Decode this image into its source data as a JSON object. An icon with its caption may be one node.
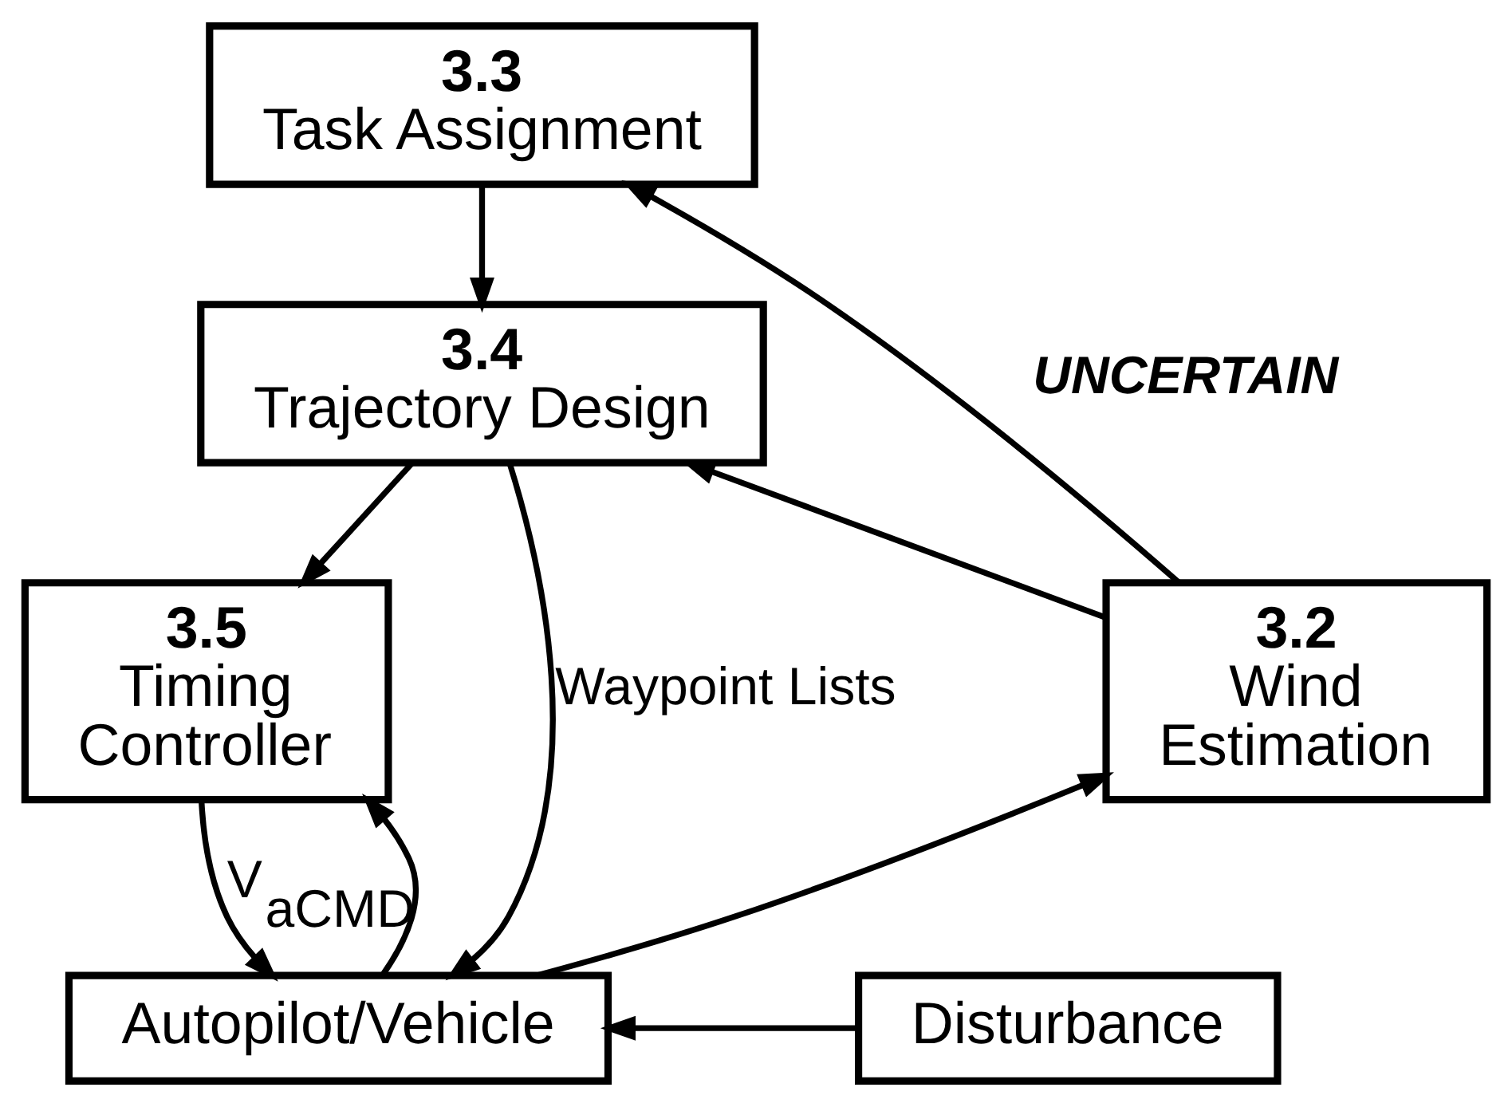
{
  "diagram": {
    "nodes": [
      {
        "text": [
          "3.3",
          "Task Assignment"
        ]
      },
      {
        "text": [
          "3.4",
          "Trajectory Design"
        ]
      },
      {
        "text": [
          "3.2",
          "Wind Estimation"
        ]
      },
      {
        "text": [
          "3.5",
          "Timing Controller"
        ]
      },
      {
        "text": [
          "Disturbance"
        ]
      },
      {
        "text": [
          "Autopilot/Vehicle"
        ]
      }
    ],
    "edges": [
      {
        "from": 2,
        "to": 0,
        "arrow": "to",
        "label": "UNCERTAIN"
      },
      {
        "from": 2,
        "to": 1,
        "arrow": "to"
      },
      {
        "from": 0,
        "to": 1,
        "arrow": "to"
      },
      {
        "from": 1,
        "to": 3,
        "arrow": "to"
      },
      {
        "from": 1,
        "to": 5,
        "arrow": "to",
        "label": "Waypoint Lists"
      },
      {
        "from": 3,
        "to": 5,
        "arrow": "to",
        "label": "V$_{aCMD}$"
      },
      {
        "from": 5,
        "to": 2,
        "arrow": "to"
      },
      {
        "from": 5,
        "to": 3,
        "arrow": "to"
      },
      {
        "from": 4,
        "to": 5,
        "arrow": "to"
      }
    ]
  }
}
